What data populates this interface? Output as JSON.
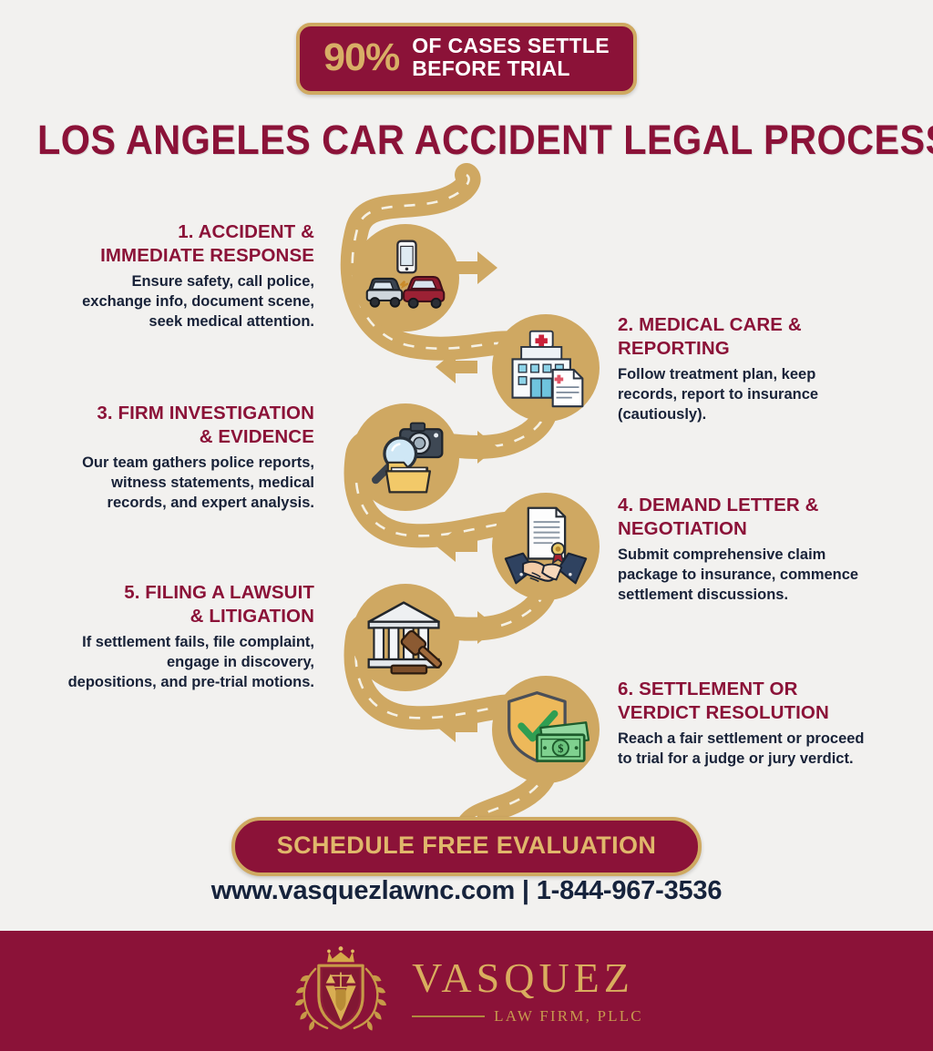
{
  "badge": {
    "percent": "90%",
    "line1": "OF CASES SETTLE",
    "line2": "BEFORE TRIAL"
  },
  "title": "LOS ANGELES CAR ACCIDENT LEGAL PROCESS",
  "steps": [
    {
      "number": "1.",
      "title": "1. ACCIDENT &\nIMMEDIATE RESPONSE",
      "desc": "Ensure safety, call police,\nexchange info, document scene,\nseek medical attention.",
      "icon": "car-crash-icon",
      "side": "left",
      "arrow": "right"
    },
    {
      "number": "2.",
      "title": "2. MEDICAL CARE &\nREPORTING",
      "desc": "Follow treatment plan, keep\nrecords, report to insurance\n(cautiously).",
      "icon": "hospital-icon",
      "side": "right",
      "arrow": "left"
    },
    {
      "number": "3.",
      "title": "3. FIRM INVESTIGATION\n& EVIDENCE",
      "desc": "Our team gathers police reports,\nwitness statements, medical\nrecords, and expert analysis.",
      "icon": "magnifier-camera-folder-icon",
      "side": "left",
      "arrow": "right"
    },
    {
      "number": "4.",
      "title": "4. DEMAND LETTER &\nNEGOTIATION",
      "desc": "Submit comprehensive claim\npackage to insurance, commence\nsettlement discussions.",
      "icon": "handshake-document-icon",
      "side": "right",
      "arrow": "left"
    },
    {
      "number": "5.",
      "title": "5. FILING A LAWSUIT\n& LITIGATION",
      "desc": "If settlement fails, file complaint,\nengage in discovery,\ndepositions, and pre-trial motions.",
      "icon": "courthouse-gavel-icon",
      "side": "left",
      "arrow": "right"
    },
    {
      "number": "6.",
      "title": "6. SETTLEMENT OR\nVERDICT RESOLUTION",
      "desc": "Reach a fair settlement or proceed\nto trial for a judge or jury verdict.",
      "icon": "shield-money-icon",
      "side": "right",
      "arrow": "left"
    }
  ],
  "cta": {
    "label": "SCHEDULE FREE EVALUATION"
  },
  "contact": "www.vasquezlawnc.com | 1-844-967-3536",
  "footer": {
    "brand_name": "VASQUEZ",
    "brand_sub": "LAW FIRM, PLLC",
    "logo": "vasquez-crest-logo"
  },
  "colors": {
    "maroon": "#8b1238",
    "gold": "#cfa862",
    "gold_light": "#d8ae66",
    "background": "#f2f1ef",
    "navy_text": "#182238"
  }
}
